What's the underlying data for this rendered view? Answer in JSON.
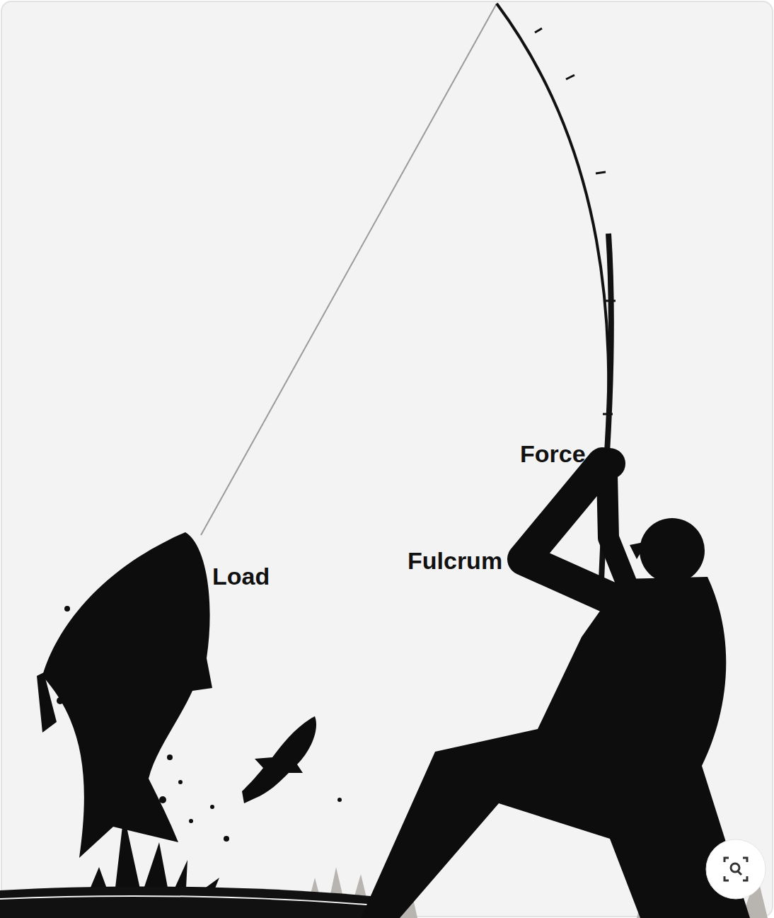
{
  "diagram": {
    "labels": [
      "Force",
      "Fulcrum",
      "Load"
    ]
  }
}
